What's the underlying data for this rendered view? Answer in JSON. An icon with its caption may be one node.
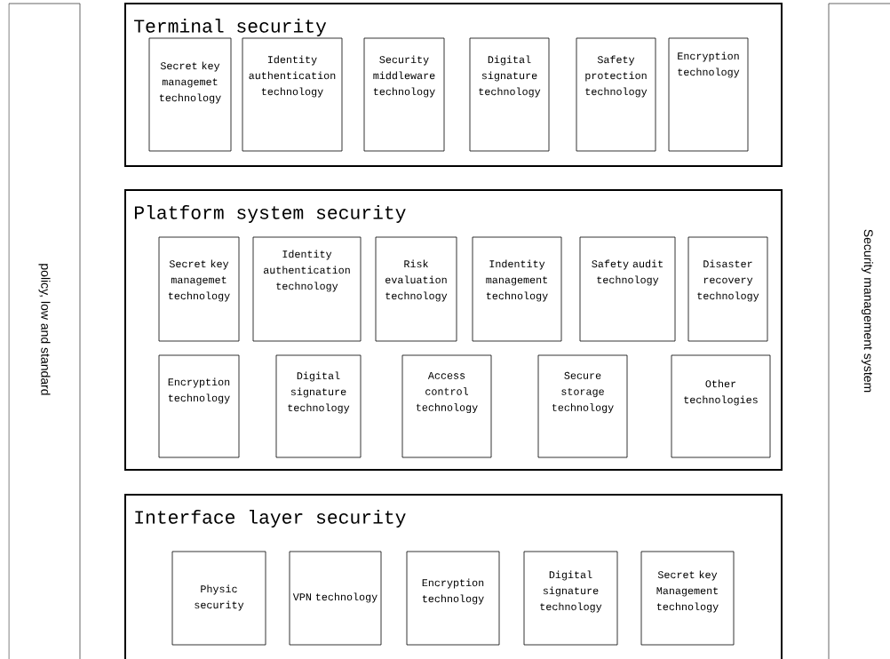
{
  "diagram": {
    "nodes": [
      {
        "text": [
          "policy, low and standard"
        ]
      },
      {
        "text": [
          "Terminal security"
        ]
      },
      {
        "text": [
          "Secret key managemet technology"
        ],
        "in": 1
      },
      {
        "text": [
          "Identity authentication technology"
        ],
        "in": 1
      },
      {
        "text": [
          "Security middleware technology"
        ],
        "in": 1
      },
      {
        "text": [
          "Digital signature technology"
        ],
        "in": 1
      },
      {
        "text": [
          "Safety protection technology"
        ],
        "in": 1
      },
      {
        "text": [
          "Encryption technology"
        ],
        "in": 1
      },
      {
        "text": [
          "Platform system security"
        ]
      },
      {
        "text": [
          "Secret key managemet technology"
        ],
        "in": 8
      },
      {
        "text": [
          "Identity authentication technology"
        ],
        "in": 8
      },
      {
        "text": [
          "Risk evaluation technology"
        ],
        "in": 8
      },
      {
        "text": [
          "Indentity management technology"
        ],
        "in": 8
      },
      {
        "text": [
          "Safety audit technology"
        ],
        "in": 8
      },
      {
        "text": [
          "Disaster recovery technology"
        ],
        "in": 8
      },
      {
        "text": [
          "Encryption technology"
        ],
        "in": 8
      },
      {
        "text": [
          "Digital signature technology"
        ],
        "in": 8
      },
      {
        "text": [
          "Access control technology"
        ],
        "in": 8
      },
      {
        "text": [
          "Secure storage technology"
        ],
        "in": 8
      },
      {
        "text": [
          "Other technologies"
        ],
        "in": 8
      },
      {
        "text": [
          "Interface layer security"
        ]
      },
      {
        "text": [
          "Physic security"
        ],
        "in": 20
      },
      {
        "text": [
          "VPN technology"
        ],
        "in": 20
      },
      {
        "text": [
          "Encryption technology"
        ],
        "in": 20
      },
      {
        "text": [
          "Digital signature technology"
        ],
        "in": 20
      },
      {
        "text": [
          "Secret key Management technology"
        ],
        "in": 20
      },
      {
        "text": [
          "Security  management system"
        ]
      }
    ],
    "edges": []
  }
}
